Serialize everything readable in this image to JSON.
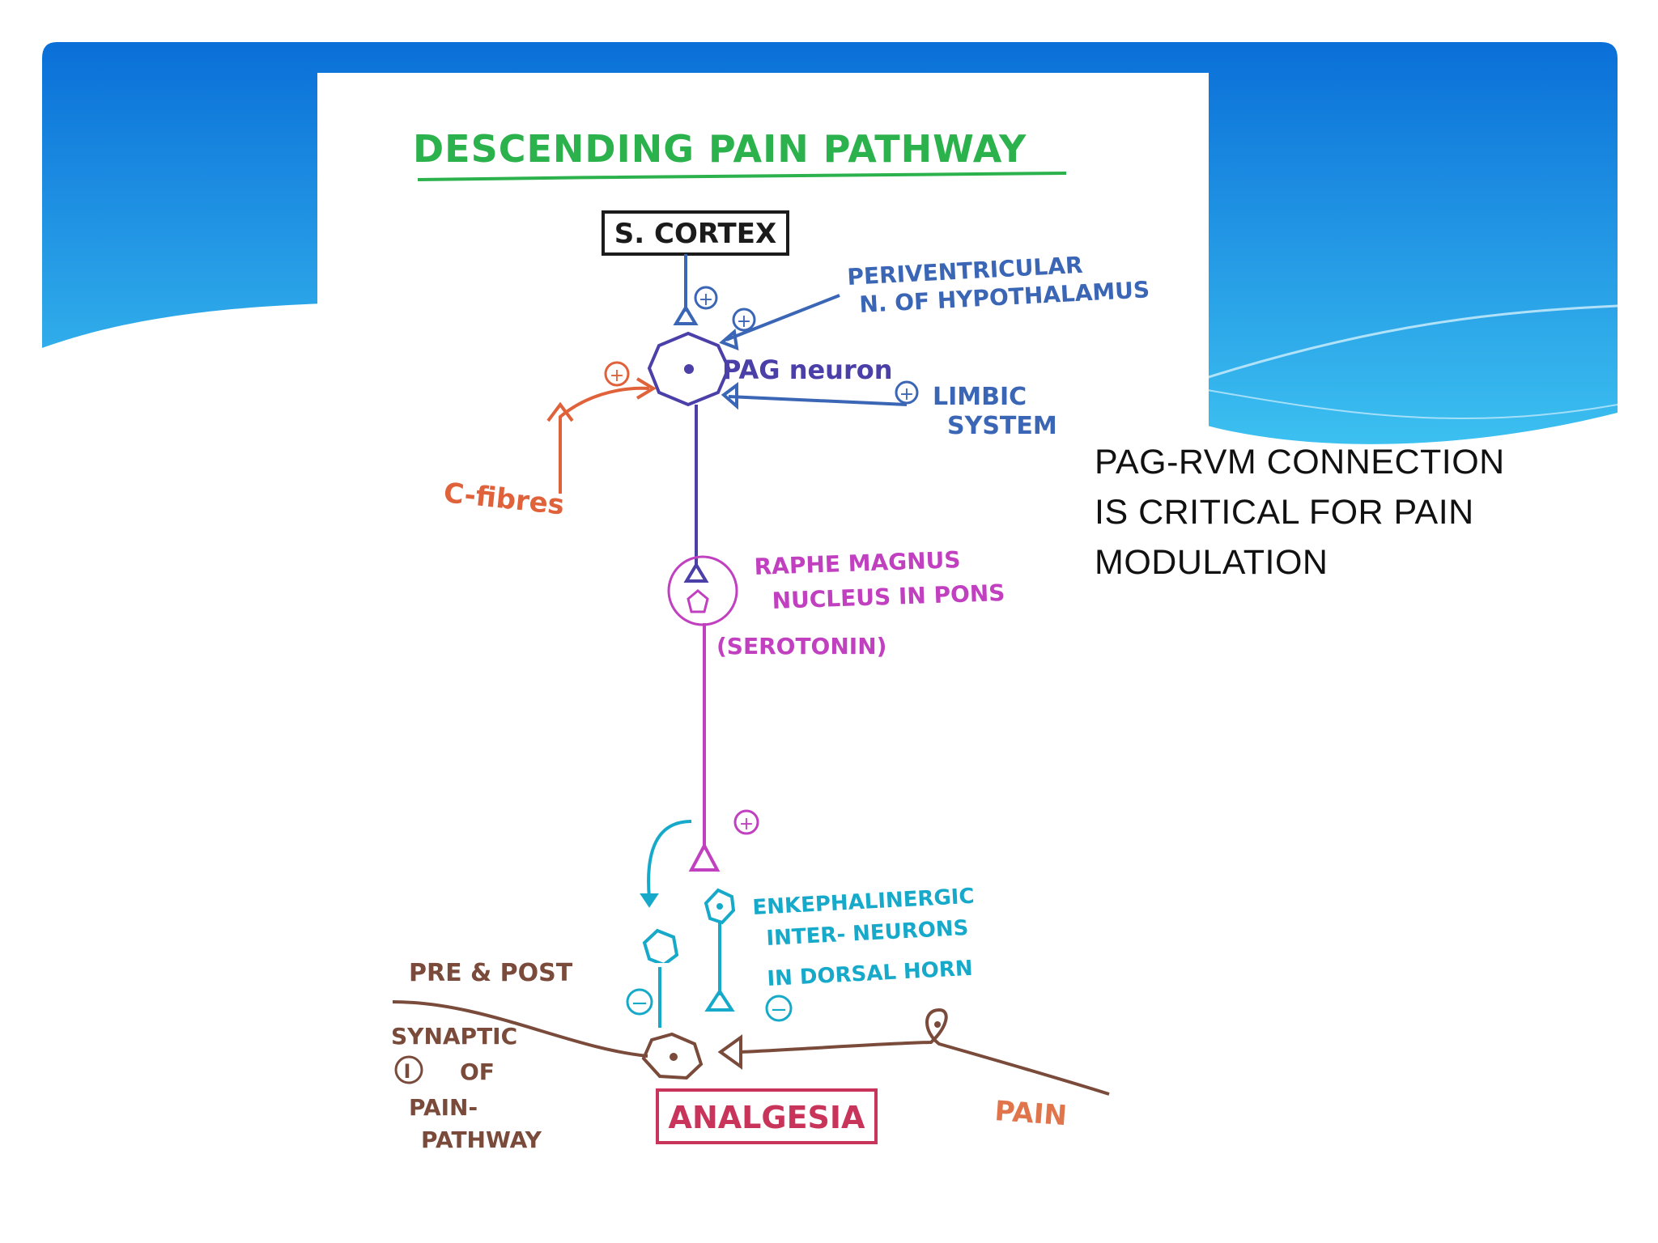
{
  "slide": {
    "colors": {
      "banner_top": "#0a6fd8",
      "banner_bottom": "#36b7ee",
      "background": "#ffffff"
    },
    "caption": "PAG-RVM CONNECTION\n IS CRITICAL FOR PAIN\nMODULATION"
  },
  "diagram": {
    "title": "DESCENDING   PAIN   PATHWAY",
    "cortex_label": "S. CORTEX",
    "hypothalamus_label_1": "PERIVENTRICULAR",
    "hypothalamus_label_2": "N. OF HYPOTHALAMUS",
    "pag_label": "PAG neuron",
    "limbic_label_1": "LIMBIC",
    "limbic_label_2": "SYSTEM",
    "cfibres_label": "C-fibres",
    "raphe_label_1": "RAPHE MAGNUS",
    "raphe_label_2": "NUCLEUS  IN  PONS",
    "serotonin_label": "(SEROTONIN)",
    "enk_label_1": "ENKEPHALINERGIC",
    "enk_label_2": "INTER- NEURONS",
    "enk_label_3": "IN  DORSAL  HORN",
    "prepost_label": "PRE & POST",
    "synaptic_label_1": "SYNAPTIC",
    "synaptic_label_2": "OF",
    "synaptic_label_3": "PAIN-",
    "synaptic_label_4": "PATHWAY",
    "inhibition_symbol": "I",
    "analgesia_label": "ANALGESIA",
    "pain_label": "PAIN",
    "plus_sign": "+",
    "minus_sign": "−",
    "colors": {
      "title": "#2bb24c",
      "cortex": "#1b1b1b",
      "blue": "#3a66b5",
      "pag": "#4b3fa8",
      "orange": "#e0623a",
      "magenta": "#c040c0",
      "cyan": "#17a9c9",
      "brown": "#7a4a3a",
      "analgesia": "#c8345a",
      "pain": "#e0744a"
    }
  }
}
